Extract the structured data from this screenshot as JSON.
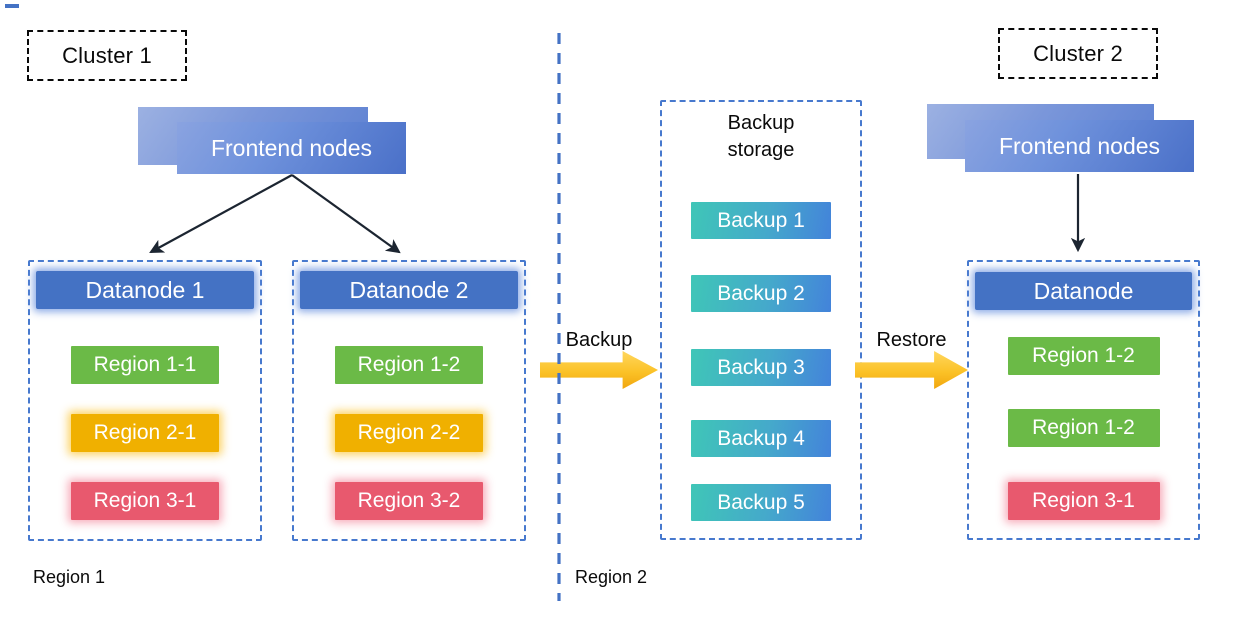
{
  "cluster1": {
    "label": "Cluster 1"
  },
  "cluster2": {
    "label": "Cluster 2"
  },
  "frontend_left": {
    "label": "Frontend nodes"
  },
  "frontend_right": {
    "label": "Frontend nodes"
  },
  "datanode1": {
    "title": "Datanode 1",
    "regions": [
      {
        "label": "Region 1-1",
        "color": "#6BBA47"
      },
      {
        "label": "Region 2-1",
        "color": "#F0B000"
      },
      {
        "label": "Region 3-1",
        "color": "#E8596E"
      }
    ]
  },
  "datanode2": {
    "title": "Datanode 2",
    "regions": [
      {
        "label": "Region 1-2",
        "color": "#6BBA47"
      },
      {
        "label": "Region 2-2",
        "color": "#F0B000"
      },
      {
        "label": "Region 3-2",
        "color": "#E8596E"
      }
    ]
  },
  "datanode_restored": {
    "title": "Datanode",
    "regions": [
      {
        "label": "Region 1-2",
        "color": "#6BBA47"
      },
      {
        "label": "Region 1-2",
        "color": "#6BBA47"
      },
      {
        "label": "Region 3-1",
        "color": "#E8596E"
      }
    ]
  },
  "backup_storage": {
    "title": "Backup storage",
    "items": [
      "Backup 1",
      "Backup 2",
      "Backup 3",
      "Backup 4",
      "Backup 5"
    ]
  },
  "flow": {
    "backup_label": "Backup",
    "restore_label": "Restore"
  },
  "zone_labels": {
    "left": "Region 1",
    "right": "Region 2"
  },
  "colors": {
    "container_border": "#4779CE",
    "node_header_blue": "#4472C4",
    "frontend_gradient_start": "#8AA3E0",
    "frontend_gradient_end": "#4A70C8",
    "region_green": "#6BBA47",
    "region_yellow": "#F0B000",
    "region_red": "#E8596E",
    "backup_gradient_start": "#3FC6B7",
    "backup_gradient_end": "#4383DA",
    "block_arrow_gold": "#FBC227",
    "connector_dark": "#1C2531",
    "divider_blue": "#4472C4"
  }
}
